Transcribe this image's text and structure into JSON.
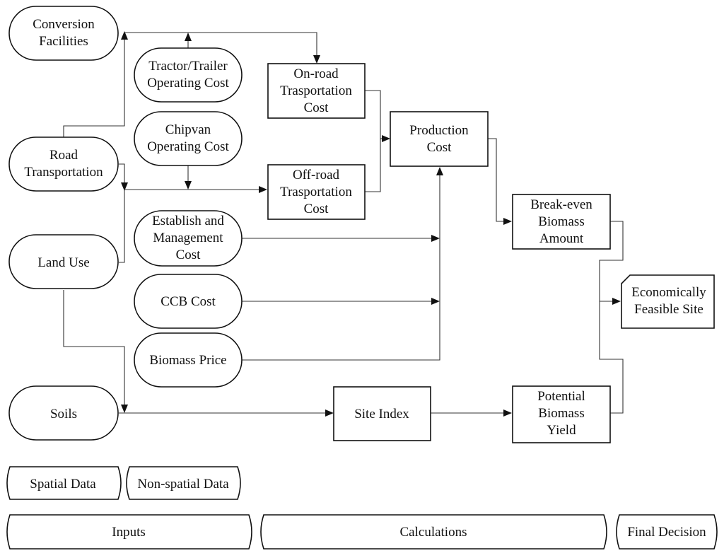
{
  "nodes": {
    "conversion_facilities": [
      "Conversion",
      "Facilities"
    ],
    "road_transportation": [
      "Road",
      "Transportation"
    ],
    "land_use": [
      "Land Use"
    ],
    "soils": [
      "Soils"
    ],
    "tractor_trailer_cost": [
      "Tractor/Trailer",
      "Operating Cost"
    ],
    "chipvan_cost": [
      "Chipvan",
      "Operating Cost"
    ],
    "establish_management_cost": [
      "Establish and",
      "Management",
      "Cost"
    ],
    "ccb_cost": [
      "CCB Cost"
    ],
    "biomass_price": [
      "Biomass Price"
    ],
    "onroad_cost": [
      "On-road",
      "Trasportation",
      "Cost"
    ],
    "offroad_cost": [
      "Off-road",
      "Trasportation",
      "Cost"
    ],
    "production_cost": [
      "Production",
      "Cost"
    ],
    "site_index": [
      "Site Index"
    ],
    "breakeven_amount": [
      "Break-even",
      "Biomass",
      "Amount"
    ],
    "potential_yield": [
      "Potential",
      "Biomass",
      "Yield"
    ],
    "feasible_site": [
      "Economically",
      "Feasible Site"
    ]
  },
  "legend": {
    "spatial": "Spatial Data",
    "non_spatial": "Non-spatial Data"
  },
  "stages": {
    "inputs": "Inputs",
    "calculations": "Calculations",
    "final": "Final Decision"
  }
}
